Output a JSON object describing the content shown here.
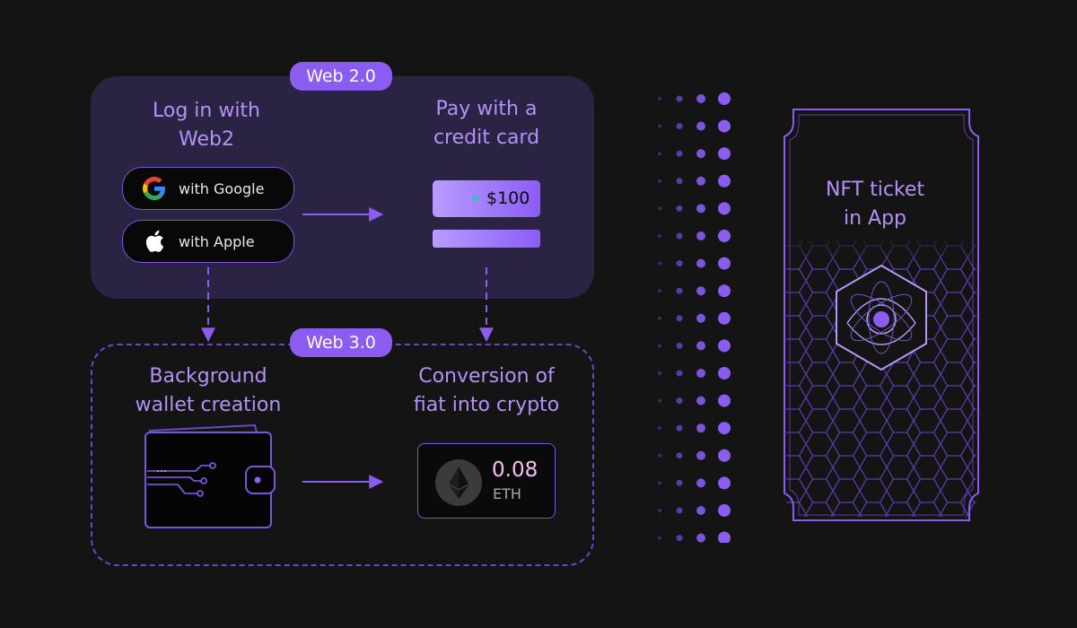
{
  "web2": {
    "badge": "Web 2.0",
    "login_heading": [
      "Log in with",
      "Web2"
    ],
    "pay_heading": [
      "Pay with a",
      "credit card"
    ],
    "google_label": "with Google",
    "apple_label": "with Apple",
    "card_amount": "$100"
  },
  "web3": {
    "badge": "Web 3.0",
    "wallet_heading": [
      "Background",
      "wallet creation"
    ],
    "conversion_heading": [
      "Conversion of",
      "fiat into crypto"
    ],
    "eth_amount": "0.08",
    "eth_unit": "ETH"
  },
  "ticket": {
    "title": [
      "NFT ticket",
      "in App"
    ]
  },
  "colors": {
    "accent": "#8a5cf0",
    "panel": "#2b2344",
    "heading": "#b391f6",
    "background": "#141414"
  },
  "icons": [
    "google-icon",
    "apple-icon",
    "credit-card-icon",
    "wallet-icon",
    "ethereum-icon",
    "nft-hexagon-icon",
    "ticket-icon"
  ]
}
